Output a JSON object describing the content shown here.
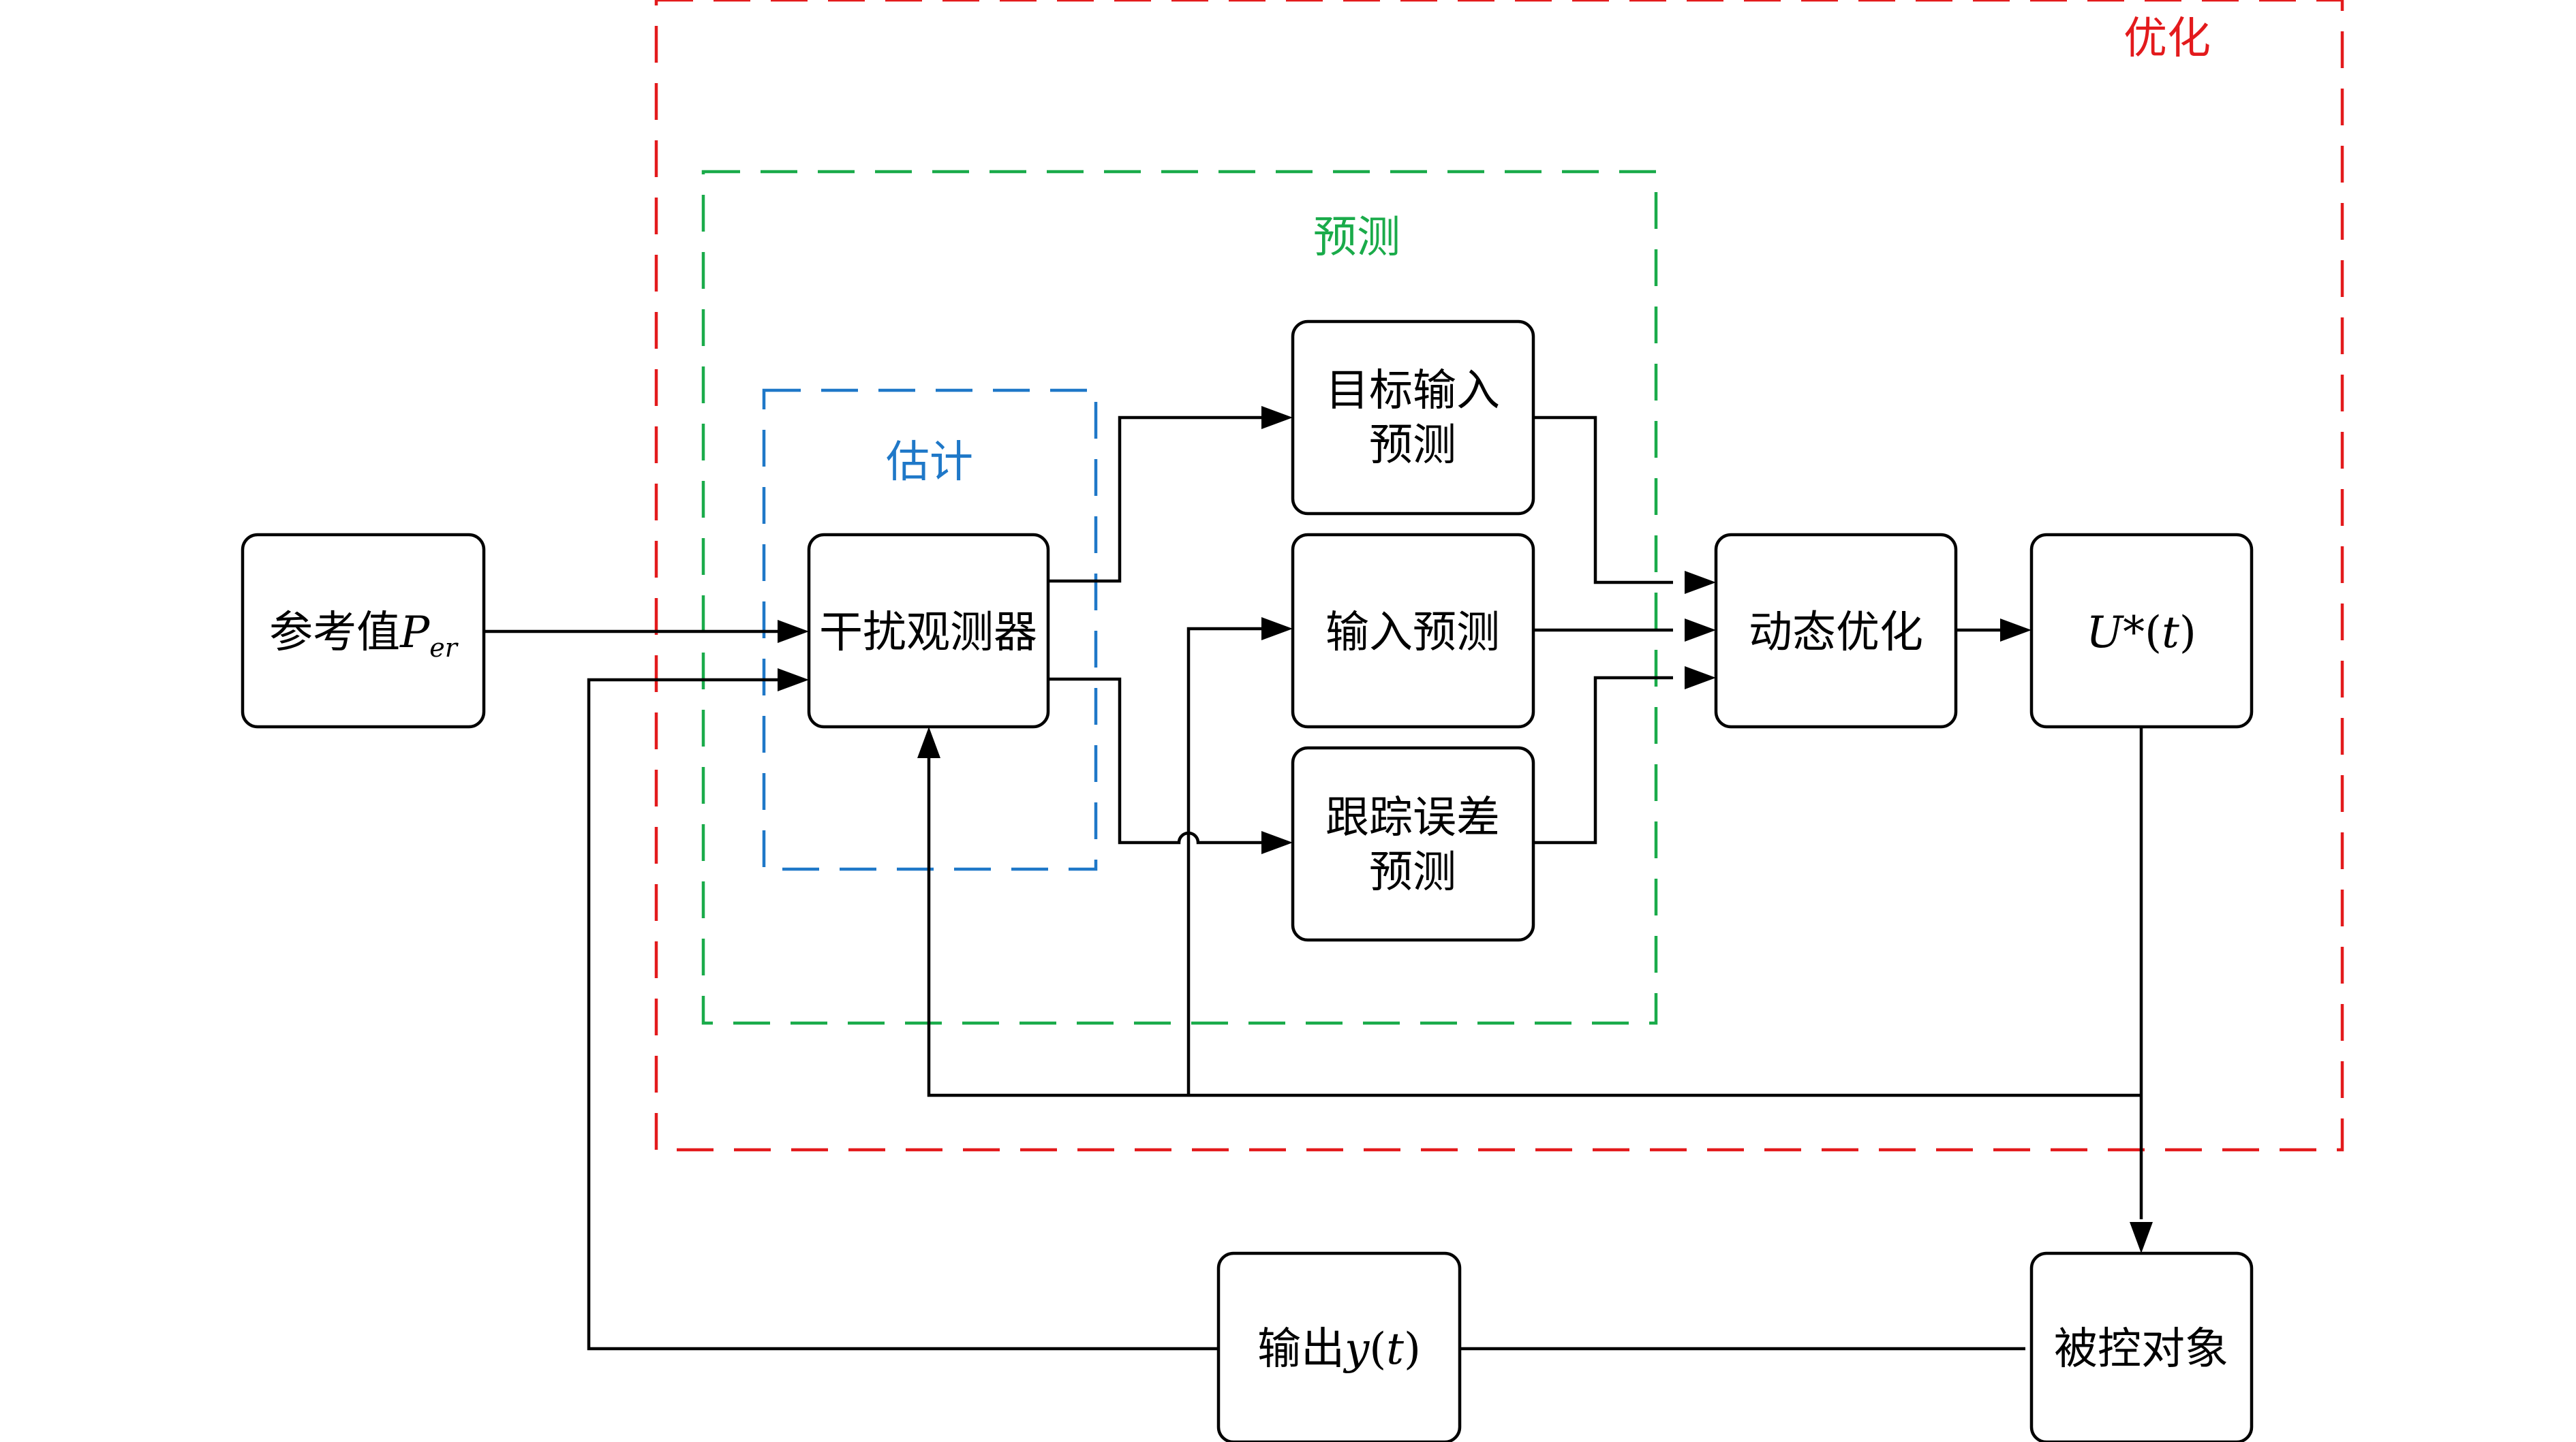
{
  "regions": {
    "optimization": {
      "label": "优化",
      "color": "#e31a1c"
    },
    "prediction": {
      "label": "预测",
      "color": "#1aab4a"
    },
    "estimation": {
      "label": "估计",
      "color": "#1f78c8"
    }
  },
  "blocks": {
    "reference": {
      "text": "参考值",
      "sym": "P",
      "sub": "er"
    },
    "observer": {
      "text": "干扰观测器"
    },
    "target_input_prediction": {
      "line1": "目标输入",
      "line2": "预测"
    },
    "input_prediction": {
      "text": "输入预测"
    },
    "tracking_error_prediction": {
      "line1": "跟踪误差",
      "line2": "预测"
    },
    "dynamic_optimization": {
      "text": "动态优化"
    },
    "optimal_input": {
      "sym": "U",
      "sup": "*",
      "arg_open": "(",
      "arg": "t",
      "arg_close": ")"
    },
    "plant": {
      "text": "被控对象"
    },
    "output": {
      "text": "输出",
      "sym": "y",
      "arg_open": "(",
      "arg": "t",
      "arg_close": ")"
    }
  }
}
